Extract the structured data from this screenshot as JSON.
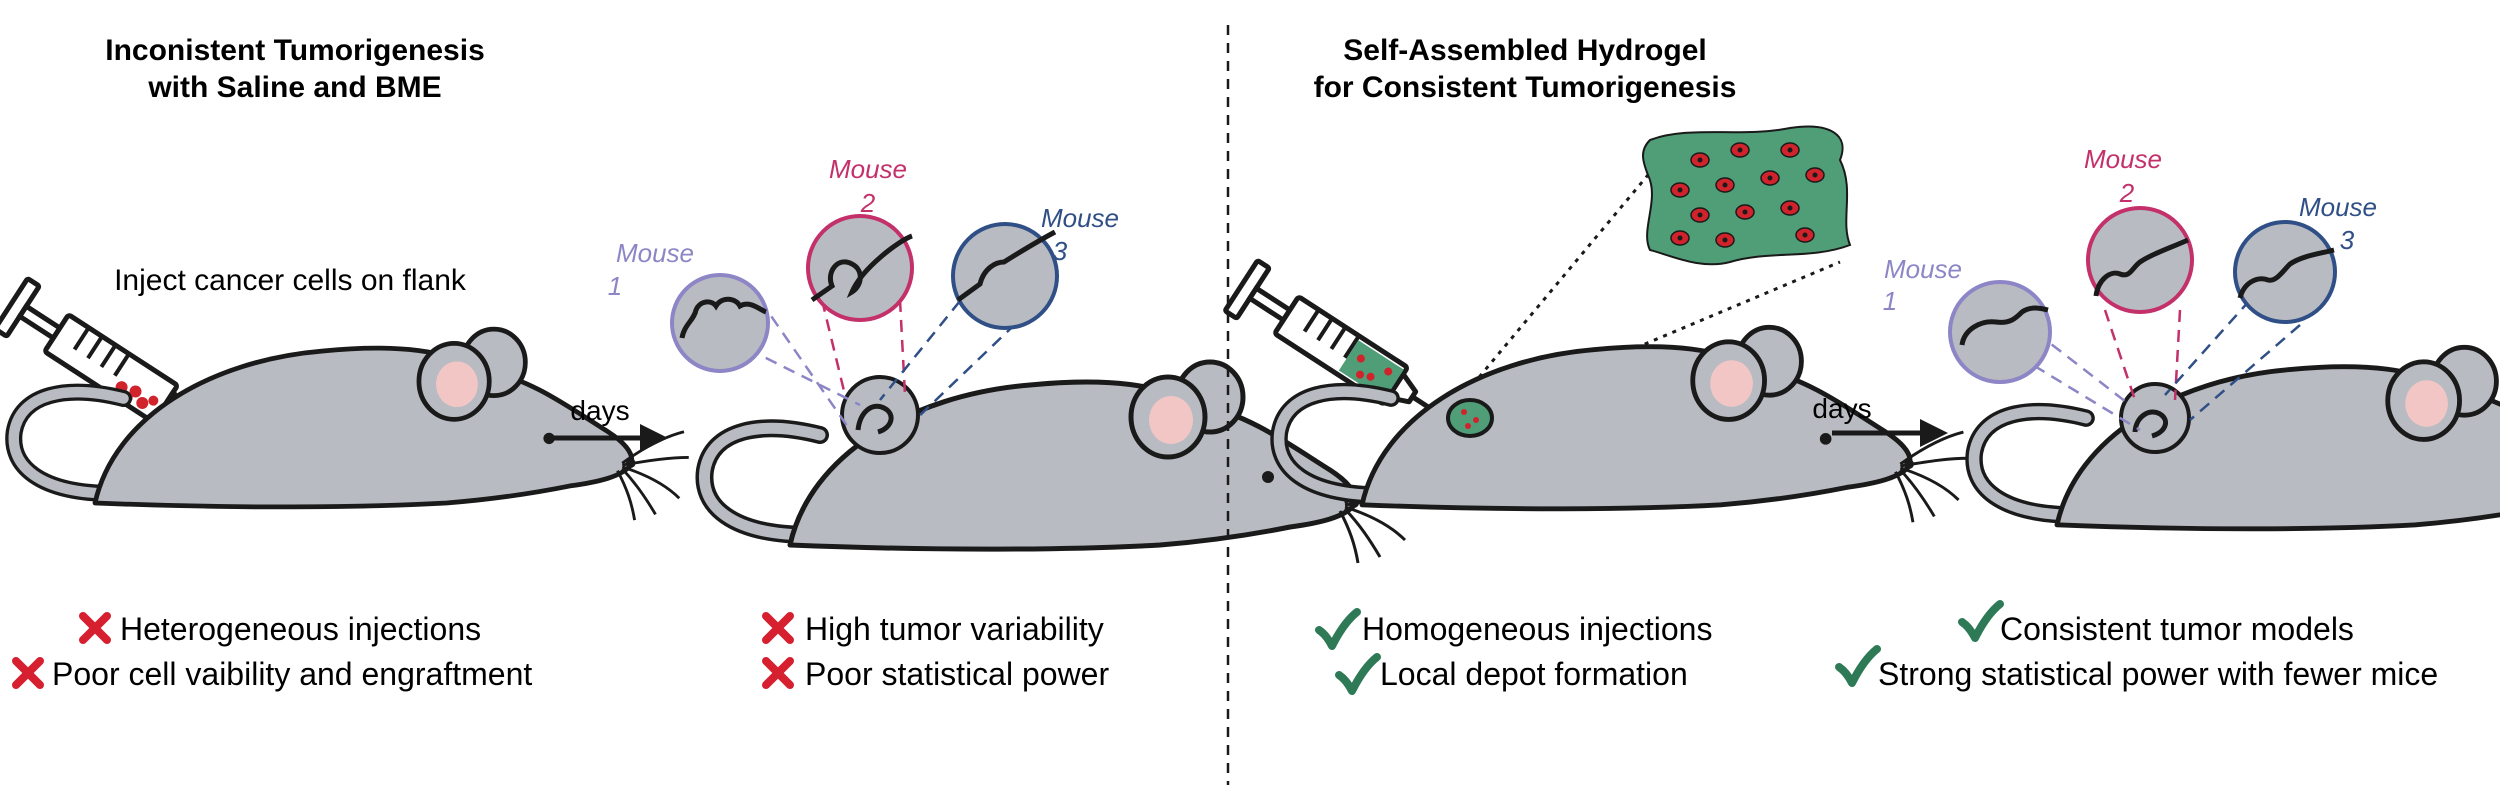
{
  "colors": {
    "mouse_body": "#b8bcc2",
    "outline": "#1a1a1a",
    "ear_inner": "#f3c6c6",
    "mouse1": "#8c86c6",
    "mouse2": "#c3306a",
    "mouse3": "#2f4f86",
    "hydrogel": "#4f9e78",
    "cell": "#d0232b",
    "cross": "#d6202f",
    "check": "#2e7a57"
  },
  "left": {
    "title_line1": "Inconistent Tumorigenesis",
    "title_line2": "with Saline and BME",
    "inject_label": "Inject cancer cells on flank",
    "days_label": "days",
    "mouse1_label": "Mouse",
    "mouse1_num": "1",
    "mouse2_label": "Mouse",
    "mouse2_num": "2",
    "mouse3_label": "Mouse",
    "mouse3_num": "3",
    "bullets_a": [
      "Heterogeneous injections",
      "Poor cell vaibility and engraftment"
    ],
    "bullets_b": [
      "High tumor variability",
      "Poor statistical power"
    ]
  },
  "right": {
    "title_line1": "Self-Assembled Hydrogel",
    "title_line2": "for Consistent Tumorigenesis",
    "days_label": "days",
    "mouse1_label": "Mouse",
    "mouse1_num": "1",
    "mouse2_label": "Mouse",
    "mouse2_num": "2",
    "mouse3_label": "Mouse",
    "mouse3_num": "3",
    "bullets_a": [
      "Homogeneous injections",
      "Local depot formation"
    ],
    "bullets_b": [
      "Consistent tumor models",
      "Strong statistical power with fewer mice"
    ]
  },
  "icons": {
    "cross": "cross-icon",
    "check": "check-icon",
    "syringe": "syringe-icon",
    "mouse": "mouse-illustration",
    "arrow": "arrow-right-icon"
  }
}
